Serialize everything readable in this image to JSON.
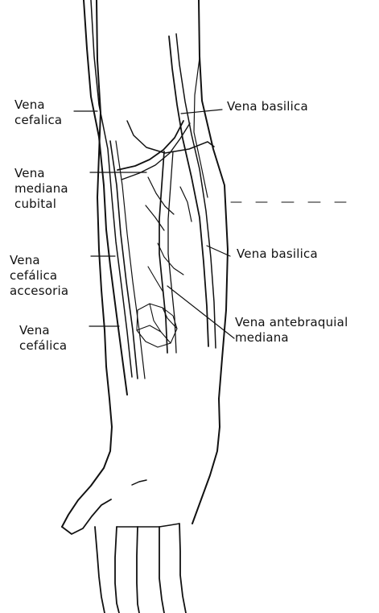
{
  "labels": {
    "cephalic_upper": [
      "Vena",
      "cefalica"
    ],
    "median_cubital": [
      "Vena",
      "mediana",
      "cubital"
    ],
    "accessory_cephalic": [
      "Vena",
      "cefálica",
      "accesoria"
    ],
    "cephalic_lower": [
      "Vena",
      "cefálica"
    ],
    "basilic_upper": "Vena basilica",
    "basilic_lower": "Vena basilica",
    "median_antebrachial": [
      "Vena antebraquial",
      "mediana"
    ]
  },
  "colors": {
    "ink": "#111111",
    "background": "#ffffff"
  }
}
